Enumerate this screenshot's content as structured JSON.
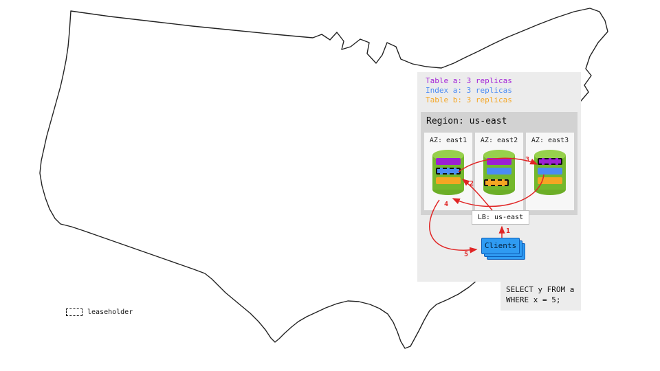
{
  "legend": {
    "items": [
      {
        "label": "Table a: 3 replicas",
        "color": "#a424d8"
      },
      {
        "label": "Index a: 3 replicas",
        "color": "#4b8bf4"
      },
      {
        "label": "Table b: 3 replicas",
        "color": "#f5a623"
      }
    ]
  },
  "region": {
    "title": "Region: us-east",
    "azs": [
      {
        "label": "AZ: east1",
        "leaseholder": "index-a"
      },
      {
        "label": "AZ: east2",
        "leaseholder": "table-b"
      },
      {
        "label": "AZ: east3",
        "leaseholder": "table-a"
      }
    ],
    "lb_label": "LB: us-east"
  },
  "clients": {
    "label": "Clients"
  },
  "sql": {
    "line1": "SELECT y FROM a",
    "line2": "WHERE x = 5;"
  },
  "leaseholder_legend": {
    "label": "leaseholder"
  },
  "flow": {
    "steps": [
      "1",
      "2",
      "3",
      "4",
      "5"
    ]
  },
  "colors": {
    "table_a": "#9c1fd4",
    "index_a": "#4b8bf4",
    "table_b": "#f5a623",
    "node_green": "#74b82c",
    "clients_blue": "#2f9bf2",
    "arrow_red": "#e02525",
    "panel_gray": "#ececec",
    "region_gray": "#d2d2d2"
  }
}
